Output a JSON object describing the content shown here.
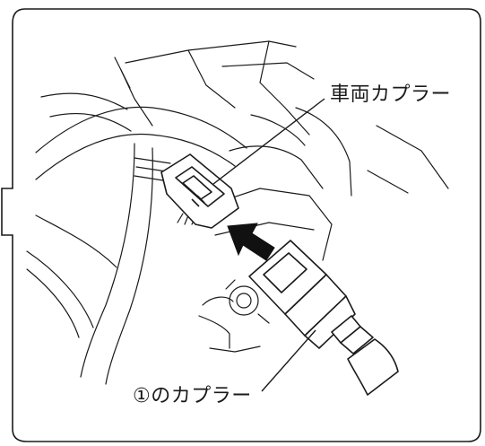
{
  "labels": {
    "vehicle_coupler": "車両カプラー",
    "coupler_1": "①のカプラー"
  },
  "colors": {
    "line": "#1a1a1a",
    "background": "#ffffff"
  },
  "illustration": {
    "subject": "connector-insertion",
    "arrow_direction": "up-left"
  }
}
